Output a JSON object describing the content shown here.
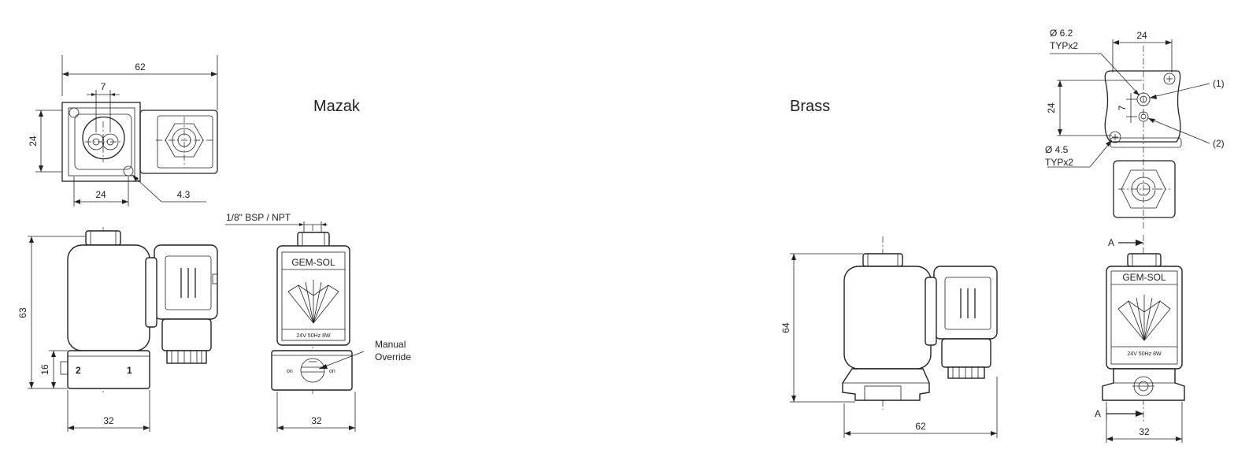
{
  "labels": {
    "mazak": "Mazak",
    "brass": "Brass"
  },
  "mazak": {
    "top": {
      "width": "62",
      "pitch": "7",
      "height": "24",
      "base": "24",
      "hole": "4.3"
    },
    "side": {
      "height": "63",
      "lower": "16",
      "port2": "2",
      "port1": "1",
      "width": "32"
    },
    "front": {
      "thread": "1/8\" BSP / NPT",
      "brand": "GEM-SOL",
      "rating": "24V 50Hz 8W",
      "override_line1": "Manual",
      "override_line2": "Override",
      "on_left": "on",
      "on_right": "on",
      "width": "32"
    }
  },
  "brass": {
    "top": {
      "width": "24",
      "hole_a": "Ø 6.2",
      "typ_a": "TYPx2",
      "height": "24",
      "pitch": "7",
      "hole_b": "Ø 4.5",
      "typ_b": "TYPx2",
      "port1": "(1)",
      "port2": "(2)"
    },
    "side": {
      "height": "64",
      "width": "62"
    },
    "front": {
      "section_top": "A",
      "section_bottom": "A",
      "brand": "GEM-SOL",
      "rating": "24V 50Hz 8W",
      "width": "32"
    }
  },
  "colors": {
    "line": "#222222",
    "background": "#ffffff"
  }
}
